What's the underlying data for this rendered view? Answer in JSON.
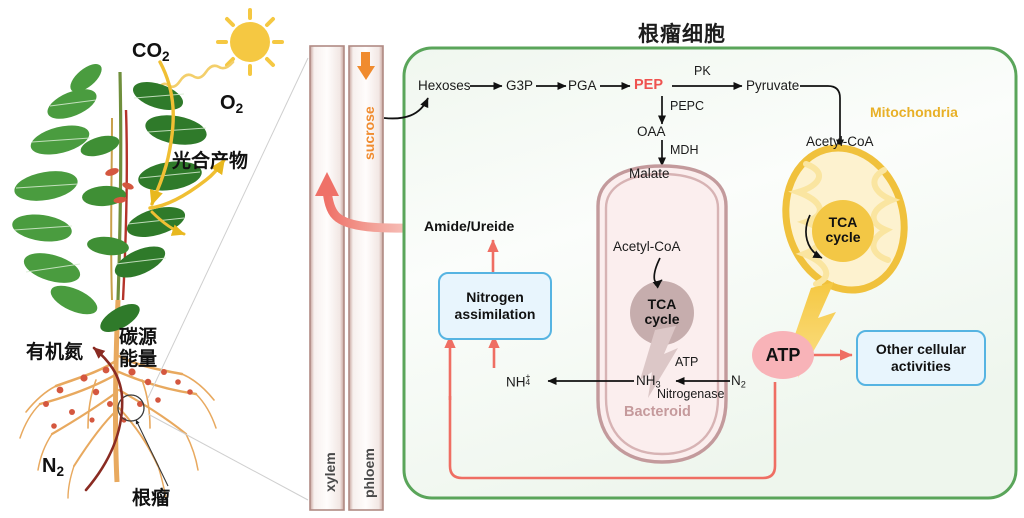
{
  "figure": {
    "title": "根瘤细胞",
    "domain": "legume nitrogen fixation schematic"
  },
  "plant_panel": {
    "labels": {
      "co2": "CO",
      "co2_sub": "2",
      "o2": "O",
      "o2_sub": "2",
      "photosynthate": "光合产物",
      "organic_nitrogen": "有机氮",
      "carbon_source": "碳源",
      "energy": "能量",
      "n2": "N",
      "n2_sub": "2",
      "nodule": "根瘤"
    },
    "icons": {
      "sun": "sun-icon",
      "plant": "plant-illustration",
      "root": "root-system-illustration",
      "nodule_circle": "nodule-highlight-circle"
    },
    "colors": {
      "leaf_green": "#4a9c3f",
      "leaf_dark": "#2f7a2a",
      "sun_yellow": "#f5c842",
      "root_orange": "#e8a95f",
      "nodule_red": "#d4573f",
      "stem_red": "#b4332a"
    }
  },
  "vascular": {
    "xylem_label": "xylem",
    "phloem_label": "phloem",
    "sucrose_label": "sucrose",
    "colors": {
      "wall": "#b08a84",
      "lumen": "#f6eeec",
      "sucrose_arrow": "#f08b2e",
      "amide_arrow": "#ef7168"
    }
  },
  "cell": {
    "border_color": "#5aa55a",
    "fill_color": "#f3f8f2",
    "glycolysis": {
      "nodes": [
        "Hexoses",
        "G3P",
        "PGA",
        "PEP",
        "Pyruvate"
      ],
      "enzyme_pk": "PK",
      "enzyme_pepc": "PEPC",
      "enzyme_mdh": "MDH",
      "oaa": "OAA",
      "malate": "Malate",
      "pep_color": "#ef5350"
    },
    "mitochondria": {
      "label": "Mitochondria",
      "acetyl_coa": "Acetyl-CoA",
      "tca_line1": "TCA",
      "tca_line2": "cycle",
      "color": "#f0c13c",
      "fill": "#fdf2cf"
    },
    "bacteroid": {
      "label": "Bacteroid",
      "acetyl_coa": "Acetyl-CoA",
      "tca_line1": "TCA",
      "tca_line2": "cycle",
      "n2": "N",
      "n2_sub": "2",
      "nh3": "NH",
      "nh3_sub": "3",
      "nh4": "NH",
      "nh4_sup": "+",
      "nh4_sub": "4",
      "cofactor": "ATP",
      "enzyme": "Nitrogenase",
      "membrane_color": "#c39a9c",
      "fill": "#fbeeee"
    },
    "atp": {
      "label": "ATP",
      "color": "#f8b3b8"
    },
    "boxes": [
      {
        "id": "nitrogen-assimilation",
        "line1": "Nitrogen",
        "line2": "assimilation"
      },
      {
        "id": "other-cellular-activities",
        "line1": "Other cellular",
        "line2": "activities"
      }
    ],
    "amide_ureide": "Amide/Ureide"
  }
}
